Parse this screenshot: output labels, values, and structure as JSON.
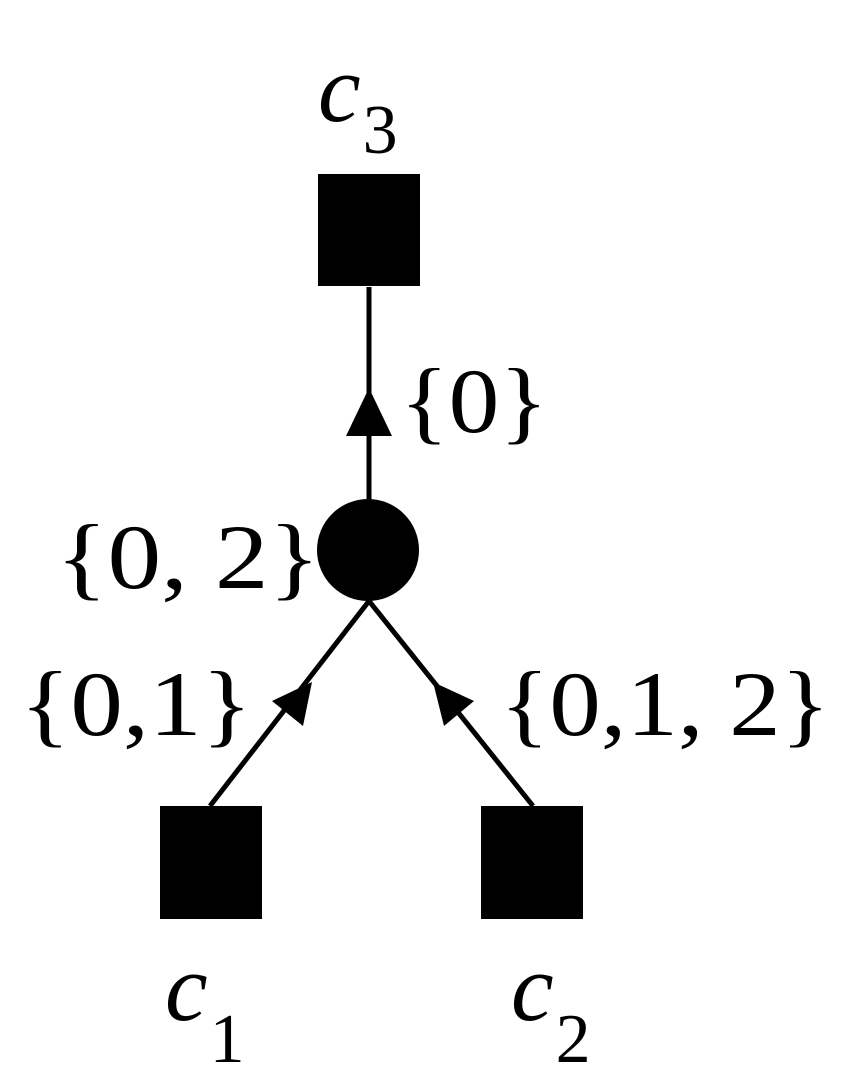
{
  "diagram": {
    "nodes": {
      "c3": {
        "var": "c",
        "sub": "3"
      },
      "c1": {
        "var": "c",
        "sub": "1"
      },
      "c2": {
        "var": "c",
        "sub": "2"
      },
      "center": {
        "label": "{0, 2}"
      }
    },
    "edges": {
      "center_to_c3": {
        "label": "{0}"
      },
      "c1_to_center": {
        "label": "{0,1}"
      },
      "c2_to_center": {
        "label": "{0,1, 2}"
      }
    },
    "colors": {
      "ink": "#000000",
      "background": "#ffffff"
    }
  }
}
